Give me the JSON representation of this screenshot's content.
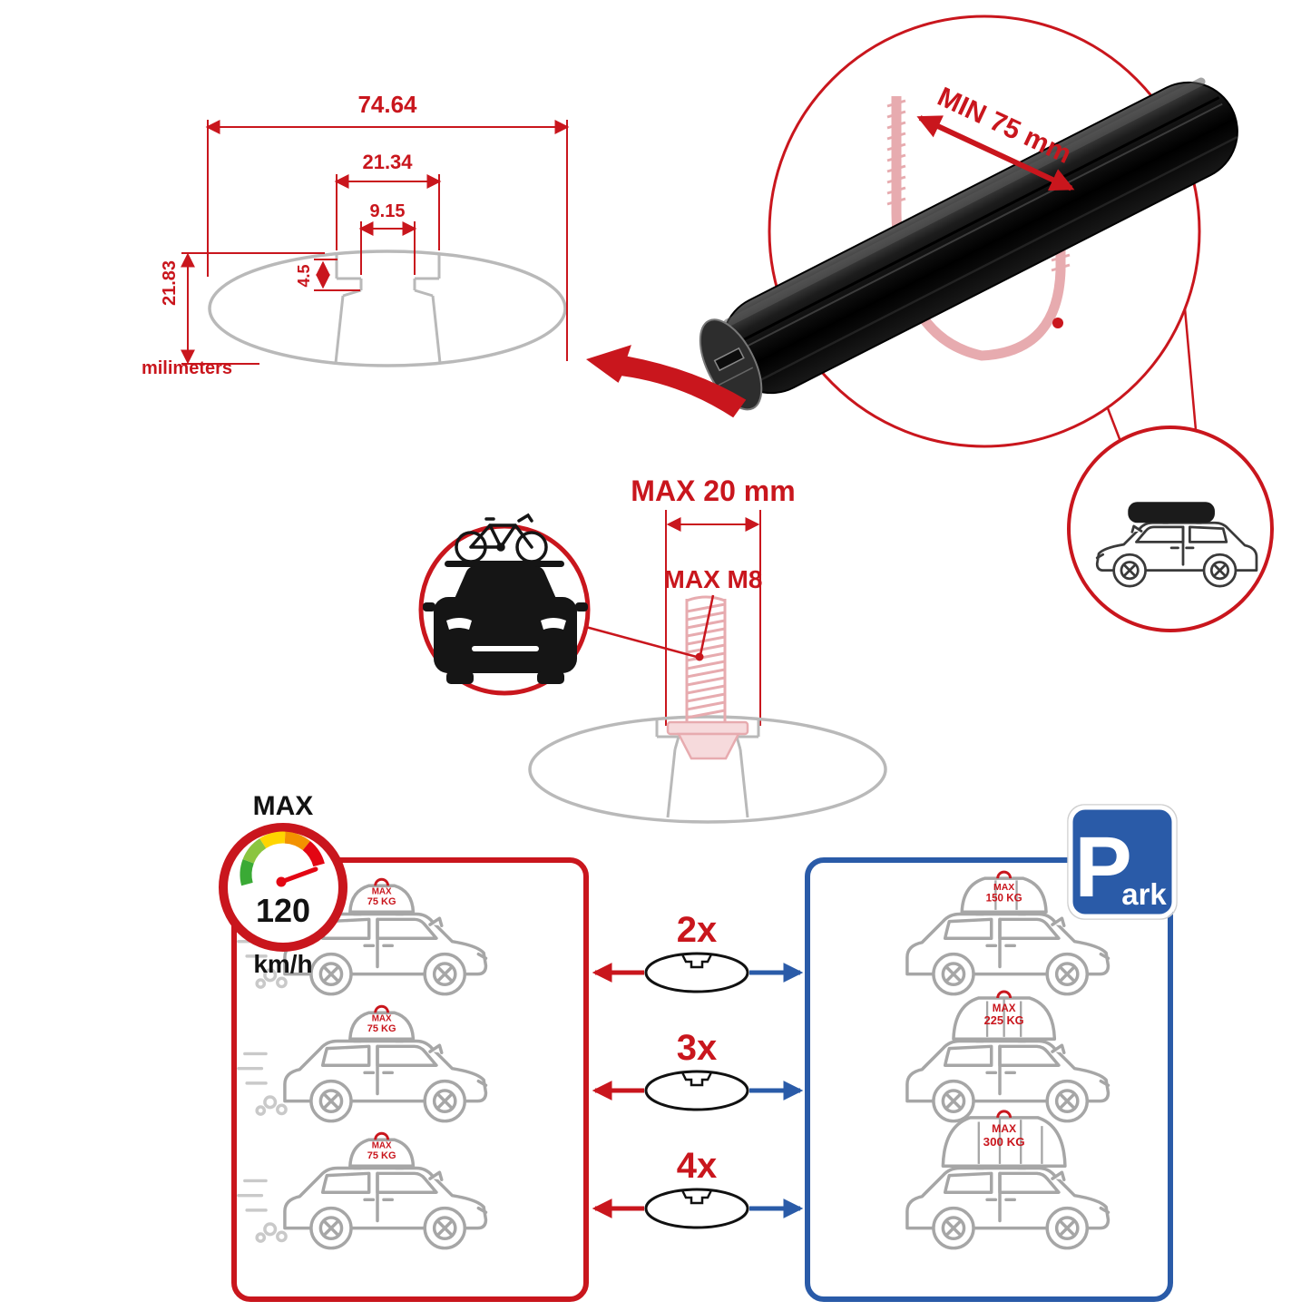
{
  "colors": {
    "accent_red": "#c9161d",
    "accent_blue": "#2a5ba8",
    "clamp_pink": "#e7abaf",
    "lineart_gray": "#a6a6a6",
    "profile_gray": "#b9b9b9",
    "bar_black": "#0d0d0d",
    "gauge_green": "#3aaa35",
    "gauge_lightgreen": "#8bc53f",
    "gauge_yellow": "#ffd500",
    "gauge_orange": "#f39200",
    "gauge_red": "#e30613"
  },
  "dimension_diagram": {
    "total_width": "74.64",
    "channel_width": "21.34",
    "slot_width": "9.15",
    "slot_depth": "4.5",
    "total_height": "21.83",
    "unit_label": "milimeters"
  },
  "bar_detail": {
    "min_spacing_label": "MIN 75 mm"
  },
  "bolt_diagram": {
    "max_length_label": "MAX 20 mm",
    "max_thread_label": "MAX M8"
  },
  "speed": {
    "label": "MAX",
    "value": "120",
    "unit": "km/h"
  },
  "park_sign": {
    "big": "P",
    "small": "ark"
  },
  "capacity": {
    "max_label": "MAX",
    "multipliers": [
      "2x",
      "3x",
      "4x"
    ],
    "driving": [
      {
        "load": "75 KG"
      },
      {
        "load": "75 KG"
      },
      {
        "load": "75 KG"
      }
    ],
    "parked": [
      {
        "load": "150 KG"
      },
      {
        "load": "225 KG"
      },
      {
        "load": "300 KG"
      }
    ]
  }
}
